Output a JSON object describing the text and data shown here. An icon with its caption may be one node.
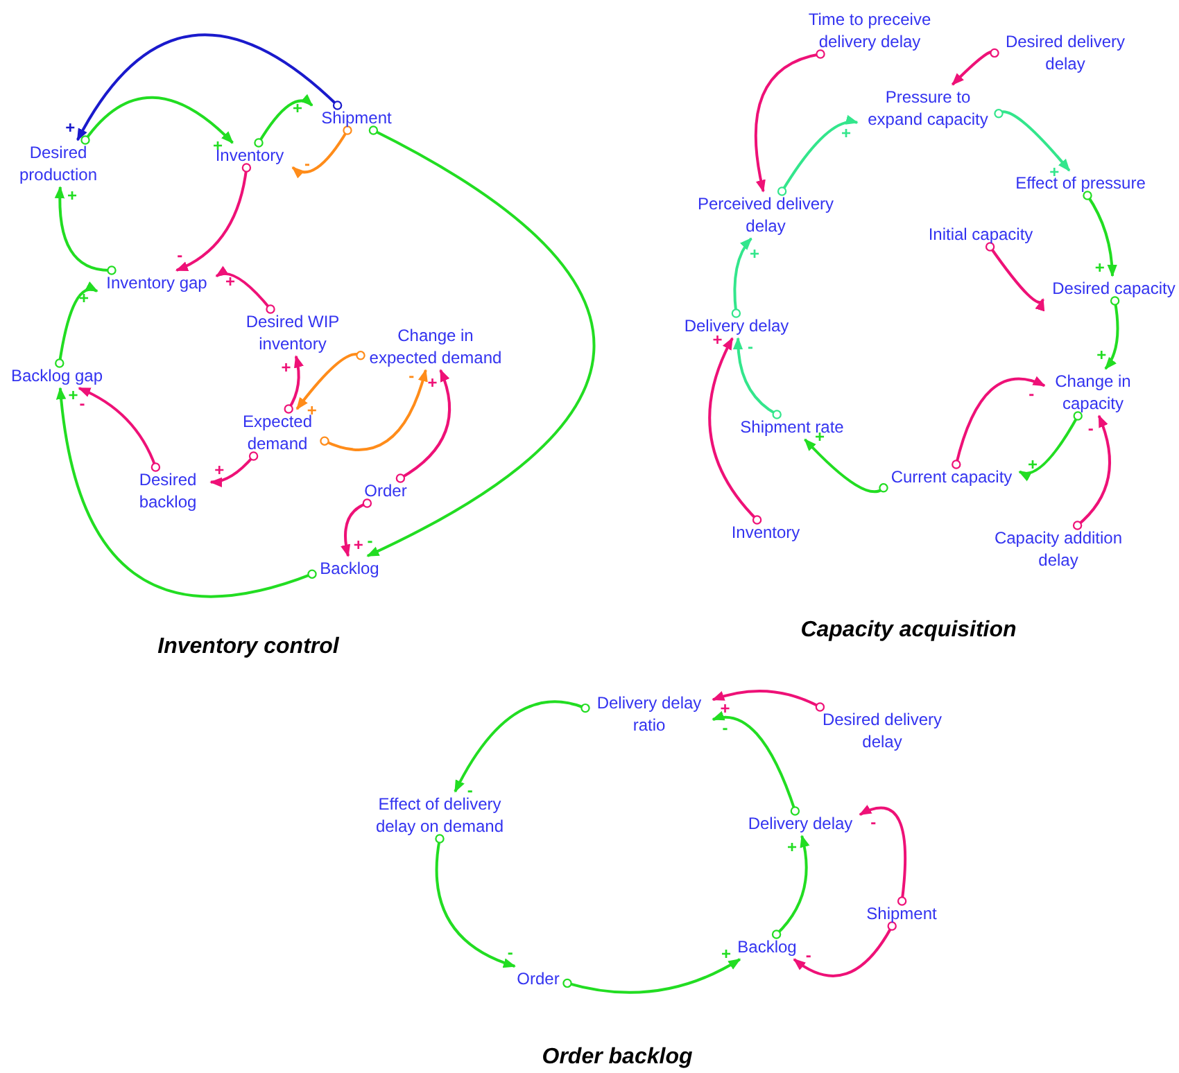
{
  "diagram": {
    "nodes": [
      {
        "text": [
          "Desired production"
        ]
      },
      {
        "text": [
          "Inventory"
        ]
      },
      {
        "text": [
          "Shipment"
        ]
      },
      {
        "text": [
          "Inventory gap"
        ]
      },
      {
        "text": [
          "Desired WIP inventory"
        ]
      },
      {
        "text": [
          "Change in expected demand"
        ]
      },
      {
        "text": [
          "Backlog gap"
        ]
      },
      {
        "text": [
          "Expected demand"
        ]
      },
      {
        "text": [
          "Order"
        ]
      },
      {
        "text": [
          "Desired backlog"
        ]
      },
      {
        "text": [
          "Backlog"
        ]
      },
      {
        "text": [
          "Time to preceive delivery delay"
        ]
      },
      {
        "text": [
          "Desired delivery delay"
        ]
      },
      {
        "text": [
          "Pressure to expand capacity"
        ]
      },
      {
        "text": [
          "Effect of pressure"
        ]
      },
      {
        "text": [
          "Perceived delivery delay"
        ]
      },
      {
        "text": [
          "Initial capacity"
        ]
      },
      {
        "text": [
          "Desired capacity"
        ]
      },
      {
        "text": [
          "Delivery delay"
        ]
      },
      {
        "text": [
          "Change in capacity"
        ]
      },
      {
        "text": [
          "Shipment rate"
        ]
      },
      {
        "text": [
          "Current capacity"
        ]
      },
      {
        "text": [
          "Inventory"
        ]
      },
      {
        "text": [
          "Capacity addition delay"
        ]
      },
      {
        "text": [
          "Delivery delay ratio"
        ]
      },
      {
        "text": [
          "Desired delivery delay"
        ]
      },
      {
        "text": [
          "Effect of delivery delay on demand"
        ]
      },
      {
        "text": [
          "Delivery delay"
        ]
      },
      {
        "text": [
          "Shipment"
        ]
      },
      {
        "text": [
          "Backlog"
        ]
      },
      {
        "text": [
          "Order"
        ]
      }
    ],
    "edges": [
      {
        "from": 2,
        "to": 0,
        "arrow": "to",
        "label": "+",
        "color": "#1a1acc"
      },
      {
        "from": 0,
        "to": 1,
        "arrow": "to",
        "label": "+",
        "color": "#22dd22"
      },
      {
        "from": 1,
        "to": 2,
        "arrow": "to",
        "label": "+",
        "color": "#22dd22"
      },
      {
        "from": 2,
        "to": 1,
        "arrow": "to",
        "label": "-",
        "color": "#ff8c1a"
      },
      {
        "from": 1,
        "to": 3,
        "arrow": "to",
        "label": "-",
        "color": "#ee1177"
      },
      {
        "from": 4,
        "to": 3,
        "arrow": "to",
        "label": "+",
        "color": "#ee1177"
      },
      {
        "from": 3,
        "to": 0,
        "arrow": "to",
        "label": "+",
        "color": "#22dd22"
      },
      {
        "from": 6,
        "to": 3,
        "arrow": "to",
        "label": "+",
        "color": "#22dd22"
      },
      {
        "from": 7,
        "to": 4,
        "arrow": "to",
        "label": "+",
        "color": "#ee1177"
      },
      {
        "from": 5,
        "to": 7,
        "arrow": "to",
        "label": "+",
        "color": "#ff8c1a"
      },
      {
        "from": 7,
        "to": 5,
        "arrow": "to",
        "label": "-",
        "color": "#ff8c1a"
      },
      {
        "from": 8,
        "to": 5,
        "arrow": "to",
        "label": "+",
        "color": "#ee1177"
      },
      {
        "from": 9,
        "to": 6,
        "arrow": "to",
        "label": "-",
        "color": "#ee1177"
      },
      {
        "from": 7,
        "to": 9,
        "arrow": "to",
        "label": "+",
        "color": "#ee1177"
      },
      {
        "from": 8,
        "to": 10,
        "arrow": "to",
        "label": "+",
        "color": "#ee1177"
      },
      {
        "from": 2,
        "to": 10,
        "arrow": "to",
        "label": "-",
        "color": "#22dd22"
      },
      {
        "from": 10,
        "to": 6,
        "arrow": "to",
        "label": "+",
        "color": "#22dd22"
      },
      {
        "from": 11,
        "to": 15,
        "arrow": "to",
        "color": "#ee1177"
      },
      {
        "from": 12,
        "to": 13,
        "arrow": "to",
        "color": "#ee1177"
      },
      {
        "from": 15,
        "to": 13,
        "arrow": "to",
        "label": "+",
        "color": "#33e68c"
      },
      {
        "from": 13,
        "to": 14,
        "arrow": "to",
        "label": "+",
        "color": "#33e68c"
      },
      {
        "from": 14,
        "to": 17,
        "arrow": "to",
        "label": "+",
        "color": "#22dd22"
      },
      {
        "from": 16,
        "to": 17,
        "arrow": "to",
        "color": "#ee1177"
      },
      {
        "from": 17,
        "to": 19,
        "arrow": "to",
        "label": "+",
        "color": "#22dd22"
      },
      {
        "from": 18,
        "to": 15,
        "arrow": "to",
        "label": "+",
        "color": "#33e68c"
      },
      {
        "from": 22,
        "to": 18,
        "arrow": "to",
        "label": "+",
        "color": "#ee1177"
      },
      {
        "from": 20,
        "to": 18,
        "arrow": "to",
        "label": "-",
        "color": "#33e68c"
      },
      {
        "from": 21,
        "to": 20,
        "arrow": "to",
        "label": "+",
        "color": "#22dd22"
      },
      {
        "from": 21,
        "to": 19,
        "arrow": "to",
        "label": "-",
        "color": "#ee1177"
      },
      {
        "from": 19,
        "to": 21,
        "arrow": "to",
        "label": "+",
        "color": "#22dd22"
      },
      {
        "from": 23,
        "to": 19,
        "arrow": "to",
        "label": "-",
        "color": "#ee1177"
      },
      {
        "from": 24,
        "to": 26,
        "arrow": "to",
        "label": "-",
        "color": "#22dd22"
      },
      {
        "from": 25,
        "to": 24,
        "arrow": "to",
        "label": "+",
        "color": "#ee1177"
      },
      {
        "from": 27,
        "to": 24,
        "arrow": "to",
        "label": "-",
        "color": "#22dd22"
      },
      {
        "from": 26,
        "to": 30,
        "arrow": "to",
        "label": "-",
        "color": "#22dd22"
      },
      {
        "from": 30,
        "to": 29,
        "arrow": "to",
        "label": "+",
        "color": "#22dd22"
      },
      {
        "from": 29,
        "to": 27,
        "arrow": "to",
        "label": "+",
        "color": "#22dd22"
      },
      {
        "from": 28,
        "to": 27,
        "arrow": "to",
        "label": "-",
        "color": "#ee1177"
      },
      {
        "from": 28,
        "to": 29,
        "arrow": "to",
        "label": "-",
        "color": "#ee1177"
      }
    ],
    "labels": [
      "Inventory control",
      "Capacity acquisition",
      "Order backlog"
    ]
  }
}
